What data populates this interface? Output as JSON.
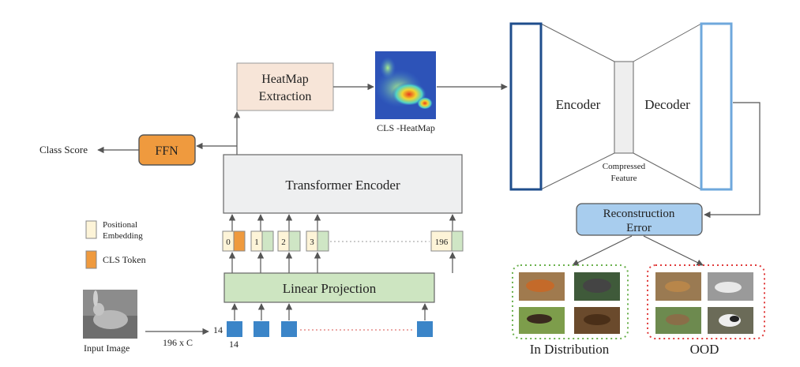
{
  "labels": {
    "heatmap_extraction_line1": "HeatMap",
    "heatmap_extraction_line2": "Extraction",
    "cls_heatmap": "CLS -HeatMap",
    "ffn": "FFN",
    "class_score": "Class Score",
    "transformer_encoder": "Transformer Encoder",
    "linear_projection": "Linear Projection",
    "input_image": "Input Image",
    "dim_196xC": "196 x C",
    "dim_14_side": "14",
    "dim_14_bottom": "14",
    "encoder": "Encoder",
    "decoder": "Decoder",
    "compressed_line1": "Compressed",
    "compressed_line2": "Feature",
    "recon_line1": "Reconstruction",
    "recon_line2": "Error",
    "in_distribution": "In Distribution",
    "ood": "OOD"
  },
  "legend": {
    "positional_line1": "Positional",
    "positional_line2": "Embedding",
    "cls_token": "CLS Token"
  },
  "tokens": [
    "0",
    "1",
    "2",
    "3",
    "196"
  ],
  "colors": {
    "cls_orange": "#ef9a3e",
    "positional_cream": "#fdf4d8",
    "patch_green": "#cfe6c5",
    "linear_proj_green": "#cde5c1",
    "patch_blue": "#3b85c8",
    "transformer_gray": "#eeeff0",
    "heatmap_peach": "#f7e5d8",
    "recon_blue": "#a8cdee",
    "encoder_border": "#1f4e8c",
    "decoder_border": "#6fa8dc",
    "in_dist_dotted": "#6ab04c",
    "ood_dotted": "#e03a3a"
  }
}
